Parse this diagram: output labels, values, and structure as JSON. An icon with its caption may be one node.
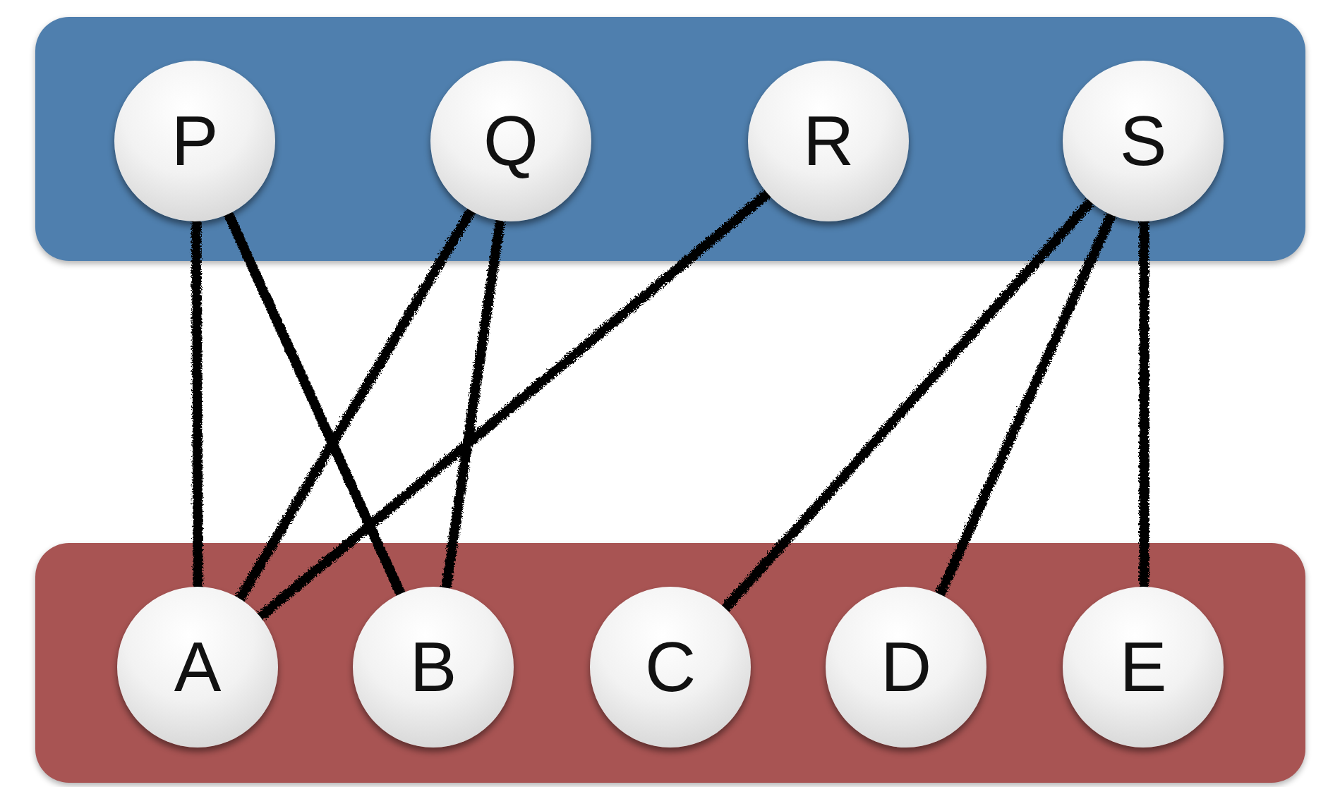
{
  "diagram": {
    "nodes": [
      {
        "text": [],
        "shape": "box"
      },
      {
        "text": [
          "P"
        ],
        "in": 0
      },
      {
        "text": [
          "Q"
        ],
        "in": 0
      },
      {
        "text": [
          "R"
        ],
        "in": 0
      },
      {
        "text": [
          "S"
        ],
        "in": 0
      },
      {
        "text": [],
        "shape": "box"
      },
      {
        "text": [
          "A"
        ],
        "in": 5
      },
      {
        "text": [
          "B"
        ],
        "in": 5
      },
      {
        "text": [
          "C"
        ],
        "in": 5
      },
      {
        "text": [
          "D"
        ],
        "in": 5
      },
      {
        "text": [
          "E"
        ],
        "in": 5
      }
    ],
    "edges": [
      {
        "from": 1,
        "to": 6,
        "arrow": "none"
      },
      {
        "from": 1,
        "to": 7,
        "arrow": "none"
      },
      {
        "from": 2,
        "to": 6,
        "arrow": "none"
      },
      {
        "from": 2,
        "to": 7,
        "arrow": "none"
      },
      {
        "from": 3,
        "to": 6,
        "arrow": "none"
      },
      {
        "from": 4,
        "to": 8,
        "arrow": "none"
      },
      {
        "from": 4,
        "to": 9,
        "arrow": "none"
      },
      {
        "from": 4,
        "to": 10,
        "arrow": "none"
      }
    ]
  }
}
